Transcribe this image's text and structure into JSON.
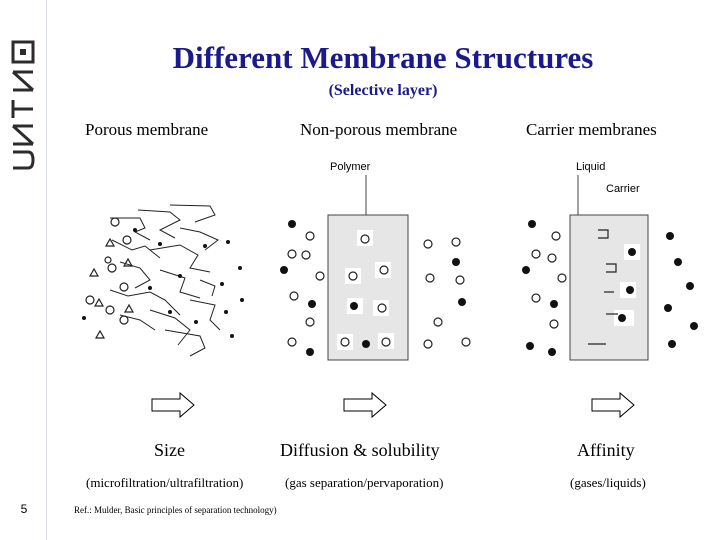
{
  "sidebar": {
    "logo_text": "NTNU",
    "page_number": "5"
  },
  "slide": {
    "title": "Different Membrane Structures",
    "subtitle": "(Selective layer)",
    "columns": [
      {
        "heading": "Porous membrane",
        "caption": "Size",
        "detail": "(microfiltration/ultrafiltration)"
      },
      {
        "heading": "Non-porous membrane",
        "caption": "Diffusion & solubility",
        "detail": "(gas separation/pervaporation)"
      },
      {
        "heading": "Carrier membranes",
        "caption": "Affinity",
        "detail": "(gases/liquids)"
      }
    ],
    "reference": "Ref.: Mulder, Basic principles of separation technology)"
  },
  "diagram": {
    "polymer_label": "Polymer",
    "liquid_label": "Liquid",
    "carrier_label": "Carrier"
  },
  "colors": {
    "title": "#1a1a8c",
    "membrane_fill": "#e6e6e6"
  }
}
